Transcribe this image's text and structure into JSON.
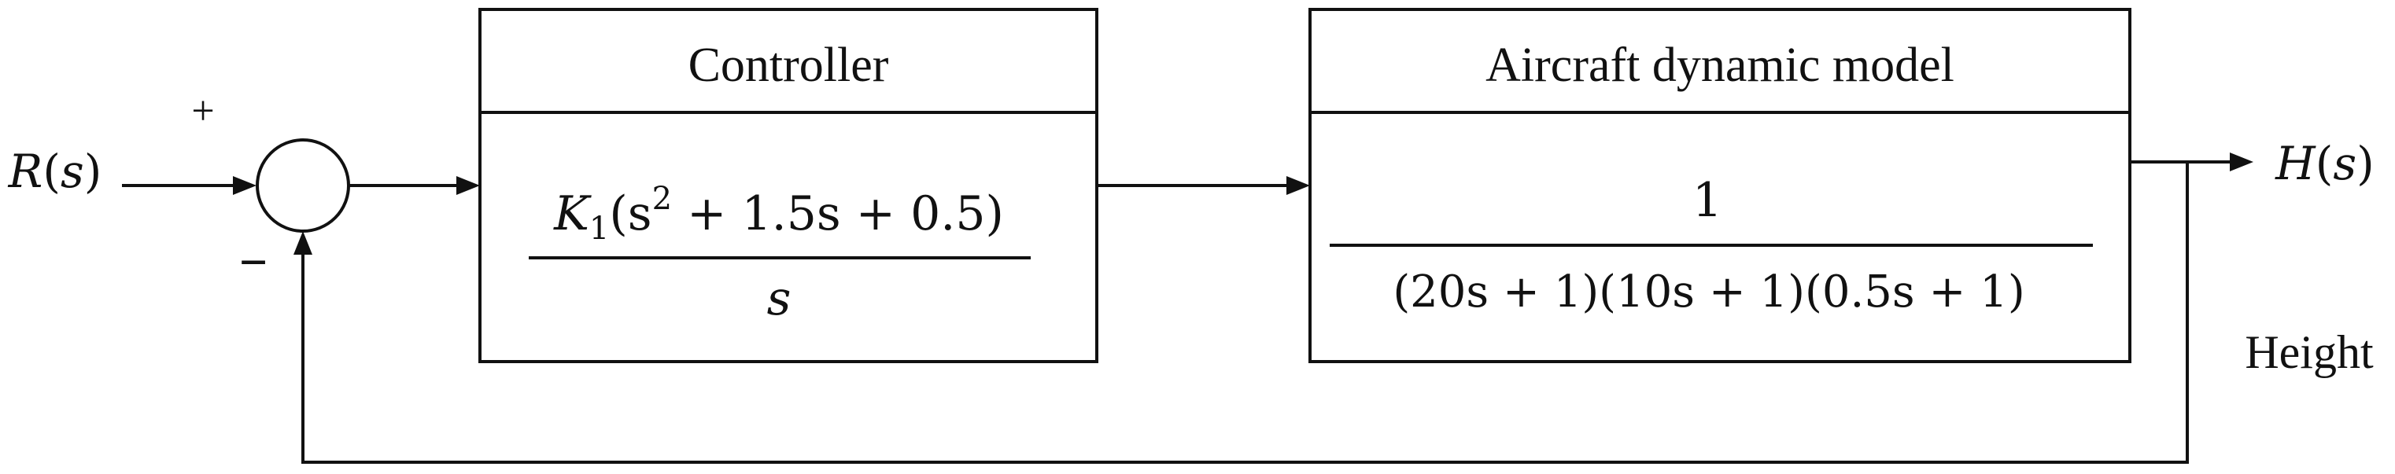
{
  "signals": {
    "input": {
      "name": "R",
      "arg": "s"
    },
    "output": {
      "name": "H",
      "arg": "s"
    },
    "output_label": "Height"
  },
  "summing_junction": {
    "plus_sign": "+",
    "minus_sign": "−"
  },
  "controller": {
    "title": "Controller",
    "numerator": {
      "gain_symbol": "K",
      "gain_subscript": "1",
      "open": "(s",
      "power": "2",
      "rest": " + 1.5s + 0.5)"
    },
    "denominator": "s"
  },
  "plant": {
    "title": "Aircraft dynamic model",
    "numerator": "1",
    "denominator": "(20s + 1)(10s + 1)(0.5s + 1)"
  },
  "colors": {
    "line": "#111111",
    "background": "#ffffff"
  }
}
